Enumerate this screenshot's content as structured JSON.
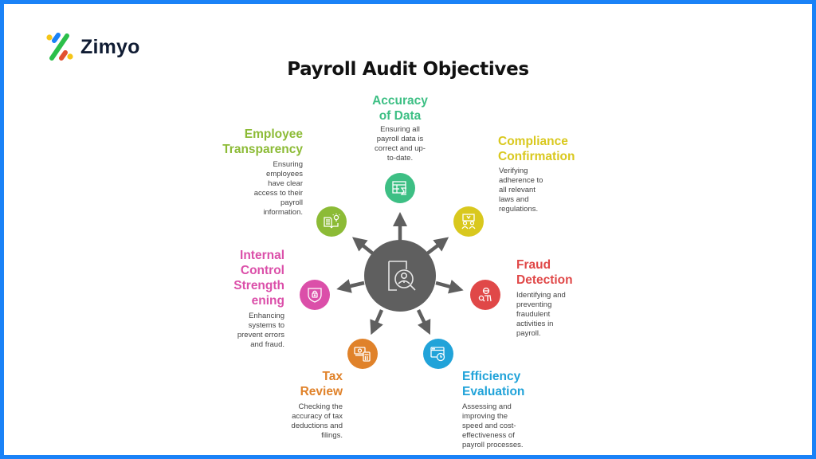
{
  "brand": {
    "name": "Zimyo",
    "border_color": "#1a82f7",
    "logo_colors": [
      "#f5c518",
      "#1a82f7",
      "#2bbf4a",
      "#e2512f"
    ]
  },
  "title": "Payroll Audit Objectives",
  "hub": {
    "icon": "search-employee-document-icon",
    "color": "#5f5f5f"
  },
  "objectives": [
    {
      "id": "accuracy",
      "heading_lines": [
        "Accuracy",
        "of Data"
      ],
      "description_lines": [
        "Ensuring all",
        "payroll data is",
        "correct and up-",
        "to-date."
      ],
      "icon": "spreadsheet-sum-icon",
      "color": "#3dbf84"
    },
    {
      "id": "compliance",
      "heading_lines": [
        "Compliance",
        "Confirmation"
      ],
      "description_lines": [
        "Verifying",
        "adherence to",
        "all relevant",
        "laws and",
        "regulations."
      ],
      "icon": "people-presentation-icon",
      "color": "#d9c81e"
    },
    {
      "id": "fraud",
      "heading_lines": [
        "Fraud",
        "Detection"
      ],
      "description_lines": [
        "Identifying and",
        "preventing",
        "fraudulent",
        "activities in",
        "payroll."
      ],
      "icon": "person-search-icon",
      "color": "#e04848"
    },
    {
      "id": "efficiency",
      "heading_lines": [
        "Efficiency",
        "Evaluation"
      ],
      "description_lines": [
        "Assessing and",
        "improving the",
        "speed and cost-",
        "effectiveness of",
        "payroll processes."
      ],
      "icon": "browser-timer-icon",
      "color": "#21a3d9"
    },
    {
      "id": "tax",
      "heading_lines": [
        "Tax",
        "Review"
      ],
      "description_lines": [
        "Checking the",
        "accuracy of tax",
        "deductions and",
        "filings."
      ],
      "icon": "money-calculator-icon",
      "color": "#e0822a"
    },
    {
      "id": "internal",
      "heading_lines": [
        "Internal",
        "Control",
        "Strength",
        "ening"
      ],
      "description_lines": [
        "Enhancing",
        "systems to",
        "prevent errors",
        "and fraud."
      ],
      "icon": "shield-lock-icon",
      "color": "#db4fa9"
    },
    {
      "id": "transparency",
      "heading_lines": [
        "Employee",
        "Transparency"
      ],
      "description_lines": [
        "Ensuring",
        "employees",
        "have clear",
        "access to their",
        "payroll",
        "information."
      ],
      "icon": "book-lightbulb-icon",
      "color": "#8cbb36"
    }
  ]
}
